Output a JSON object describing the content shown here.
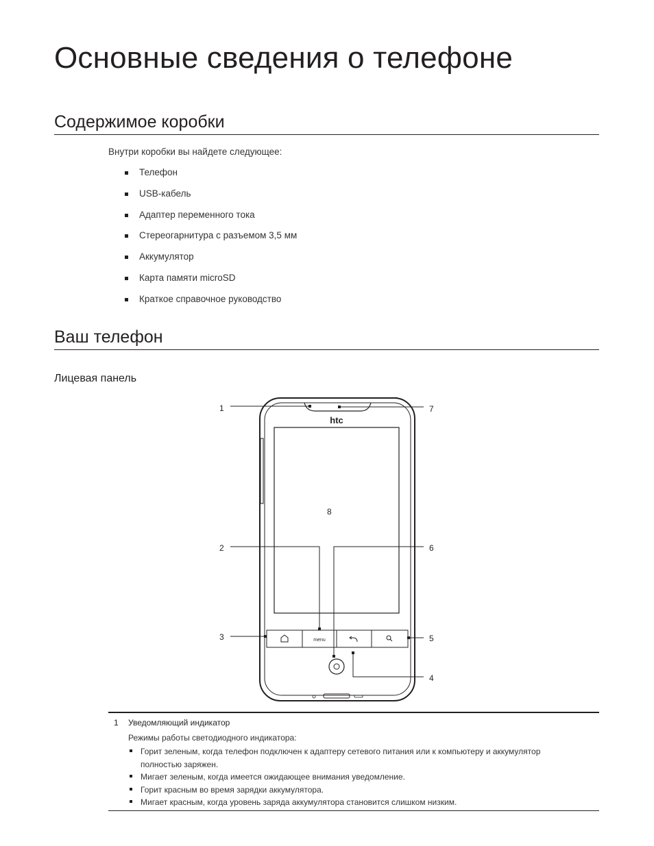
{
  "page_title": "Основные сведения о телефоне",
  "section_box": {
    "heading": "Содержимое коробки",
    "intro": "Внутри коробки вы найдете следующее:",
    "items": [
      "Телефон",
      "USB-кабель",
      "Адаптер переменного тока",
      "Стереогарнитура с разъемом 3,5 мм",
      "Аккумулятор",
      "Карта памяти microSD",
      "Краткое справочное руководство"
    ]
  },
  "section_phone": {
    "heading": "Ваш телефон",
    "subheading": "Лицевая панель",
    "diagram": {
      "brand_logo": "htc",
      "menu_key_label": "menu",
      "icons": [
        "home-icon",
        "back-arrow-icon",
        "search-icon",
        "trackball-icon"
      ],
      "callouts": [
        "1",
        "2",
        "3",
        "4",
        "5",
        "6",
        "7",
        "8"
      ]
    }
  },
  "description": {
    "number": "1",
    "title": "Уведомляющий индикатор",
    "intro": "Режимы работы светодиодного индикатора:",
    "bullets": [
      "Горит зеленым, когда телефон подключен к адаптеру сетевого питания или к компьютеру и аккумулятор полностью заряжен.",
      "Мигает зеленым, когда имеется ожидающее внимания уведомление.",
      "Горит красным во время зарядки аккумулятора.",
      "Мигает красным, когда уровень заряда аккумулятора становится слишком низким."
    ]
  }
}
